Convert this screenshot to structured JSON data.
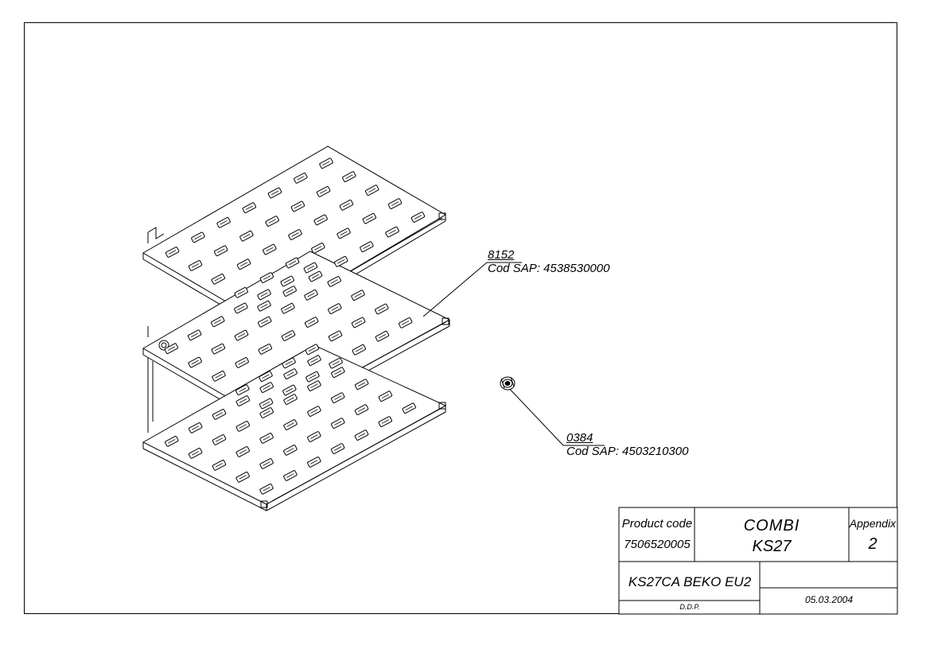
{
  "callouts": [
    {
      "number": "8152",
      "sap": "Cod SAP: 4538530000"
    },
    {
      "number": "0384",
      "sap": "Cod SAP: 4503210300"
    }
  ],
  "title_block": {
    "product_code_label": "Product code",
    "product_code_value": "7506520005",
    "title_line1": "COMBI",
    "title_line2": "KS27",
    "appendix_label": "Appendix",
    "appendix_value": "2",
    "model": "KS27CA BEKO EU2",
    "author": "D.D.P.",
    "date": "05.03.2004"
  }
}
